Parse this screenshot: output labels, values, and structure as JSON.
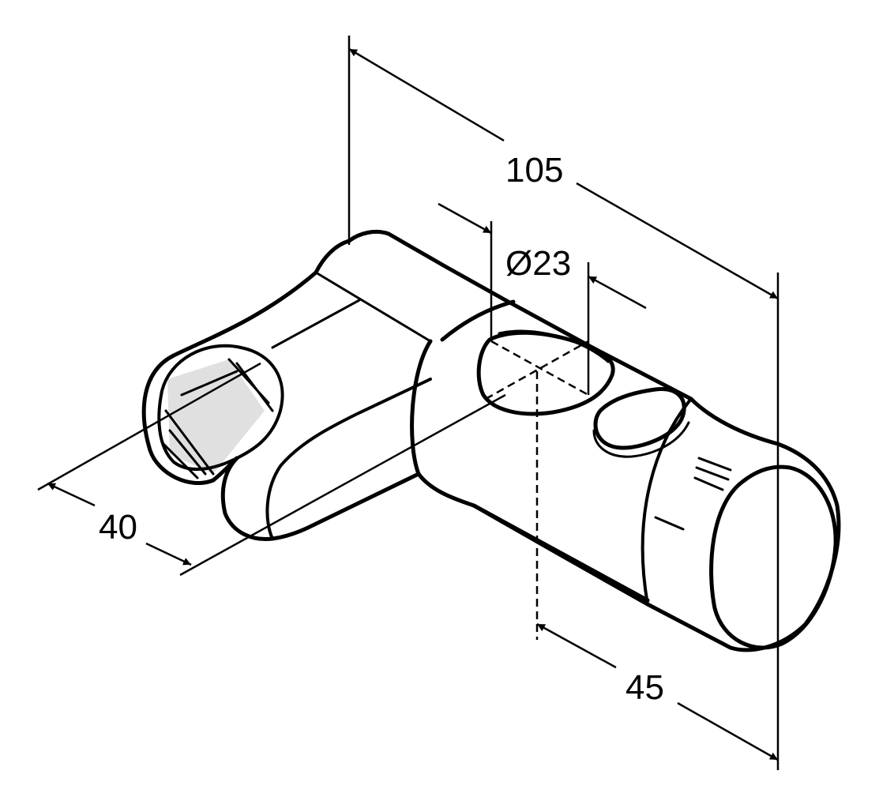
{
  "drawing": {
    "line_color": "#000000",
    "background": "#ffffff",
    "subject": "shower-slider-holder-icon"
  },
  "dimensions": {
    "overall_length": "105",
    "bore_diameter": "Ø23",
    "clamp_width": "40",
    "knob_offset": "45"
  }
}
